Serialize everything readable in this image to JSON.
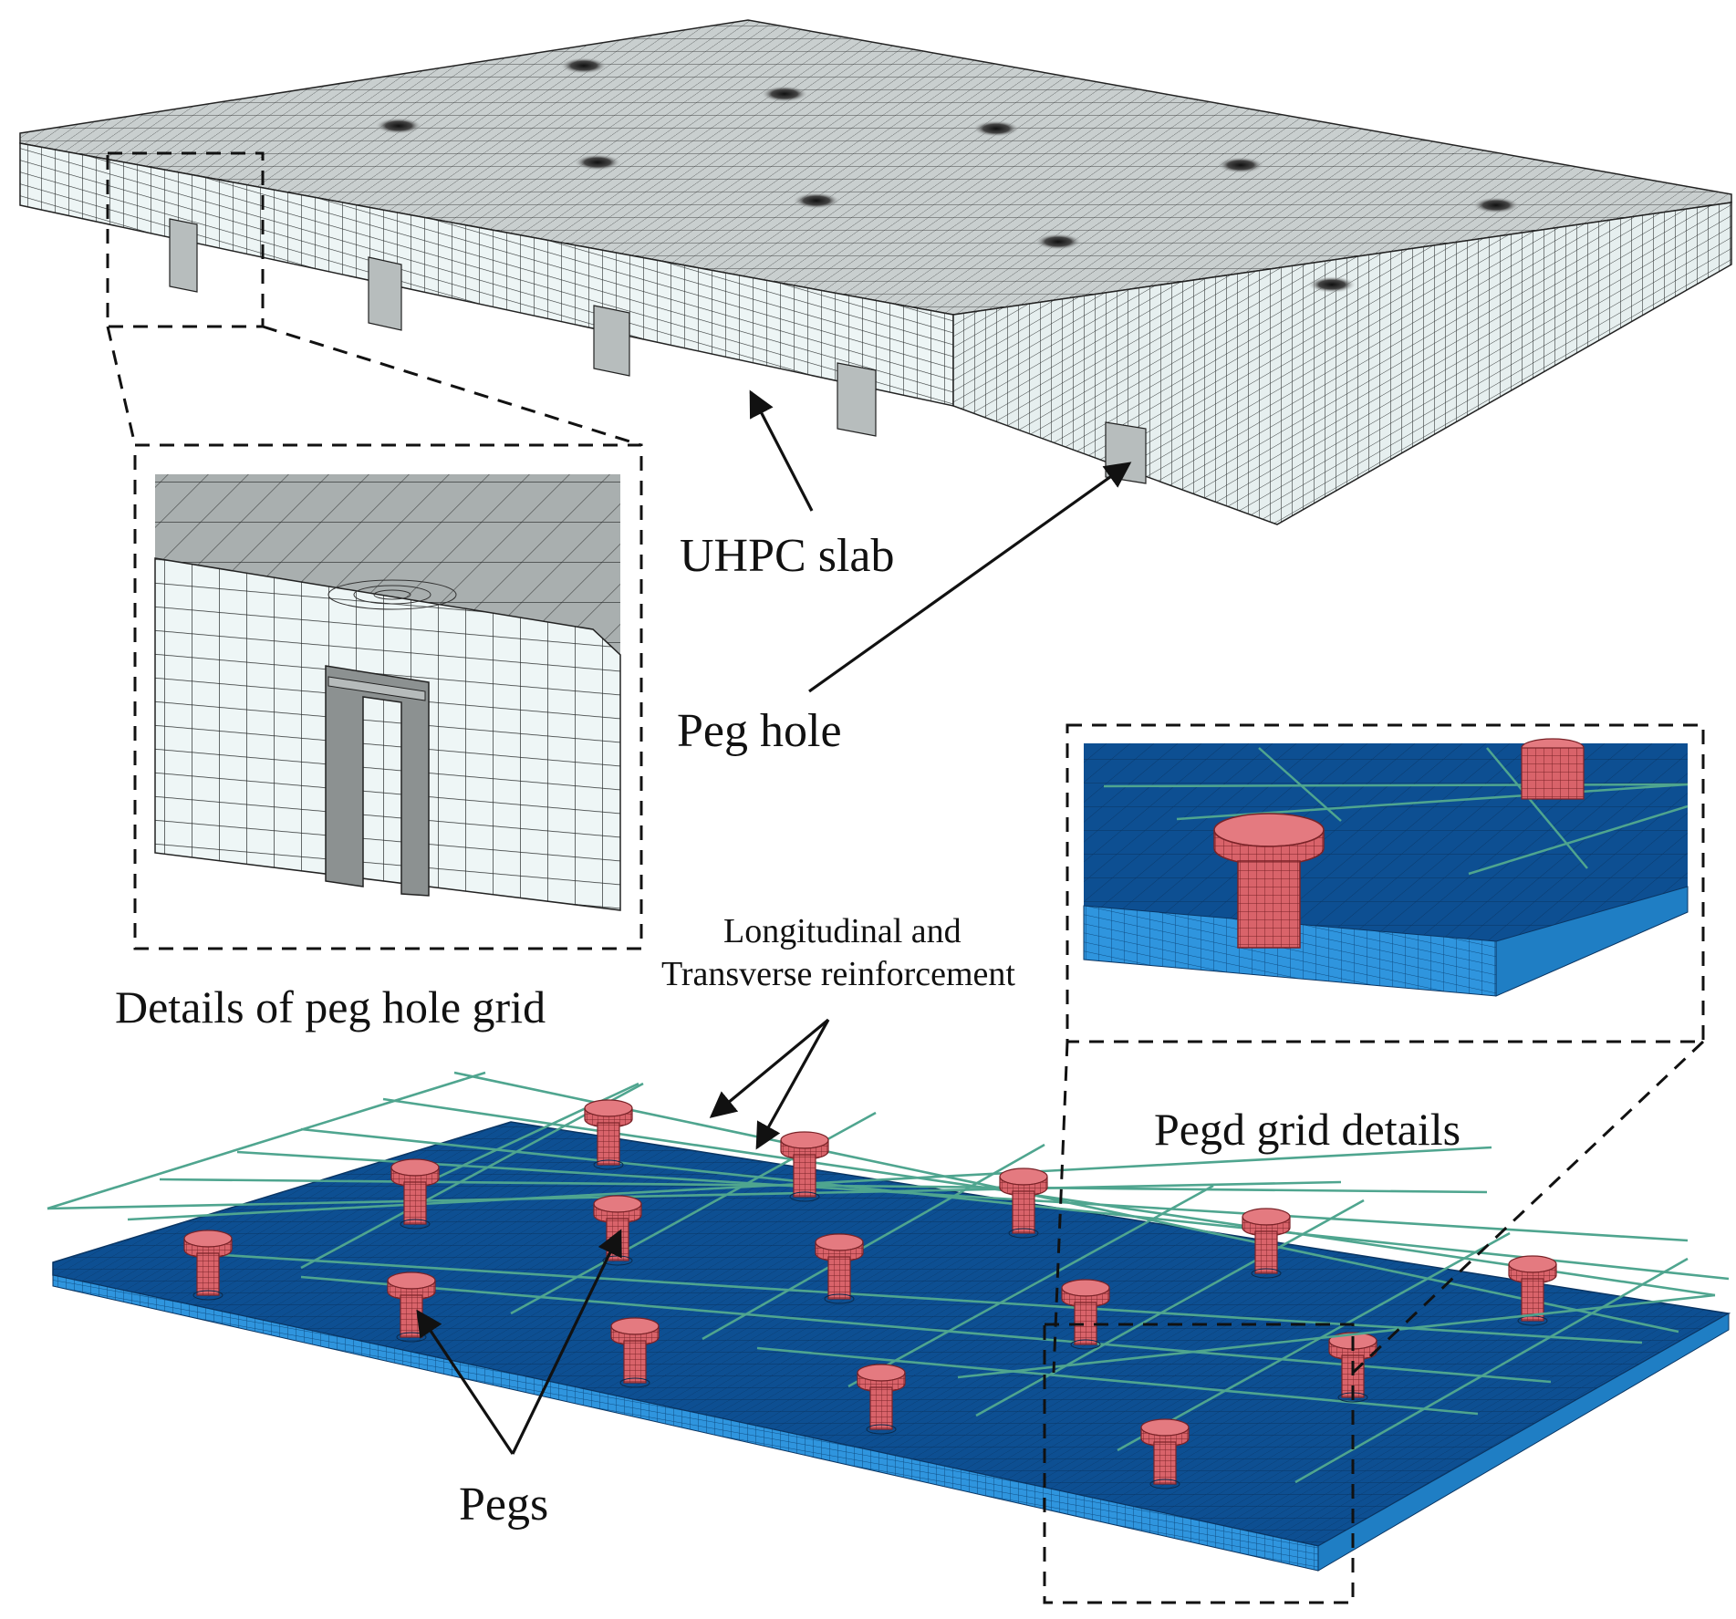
{
  "labels": {
    "uhpc_slab": "UHPC slab",
    "peg_hole": "Peg hole",
    "details_peg_hole_grid": "Details of peg hole grid",
    "reinforcement_line1": "Longitudinal and",
    "reinforcement_line2": "Transverse reinforcement",
    "pegd_grid_details": "Pegd grid details",
    "pegs": "Pegs"
  },
  "colors": {
    "slab_top": "#c9cfcf",
    "slab_side": "#e9f2f2",
    "mesh_line": "#2b2b2b",
    "base_plate_top": "#0d4f92",
    "base_plate_side": "#2a8fd8",
    "peg": "#d9636a",
    "rebar": "#4fa58f",
    "callout": "#111111"
  }
}
